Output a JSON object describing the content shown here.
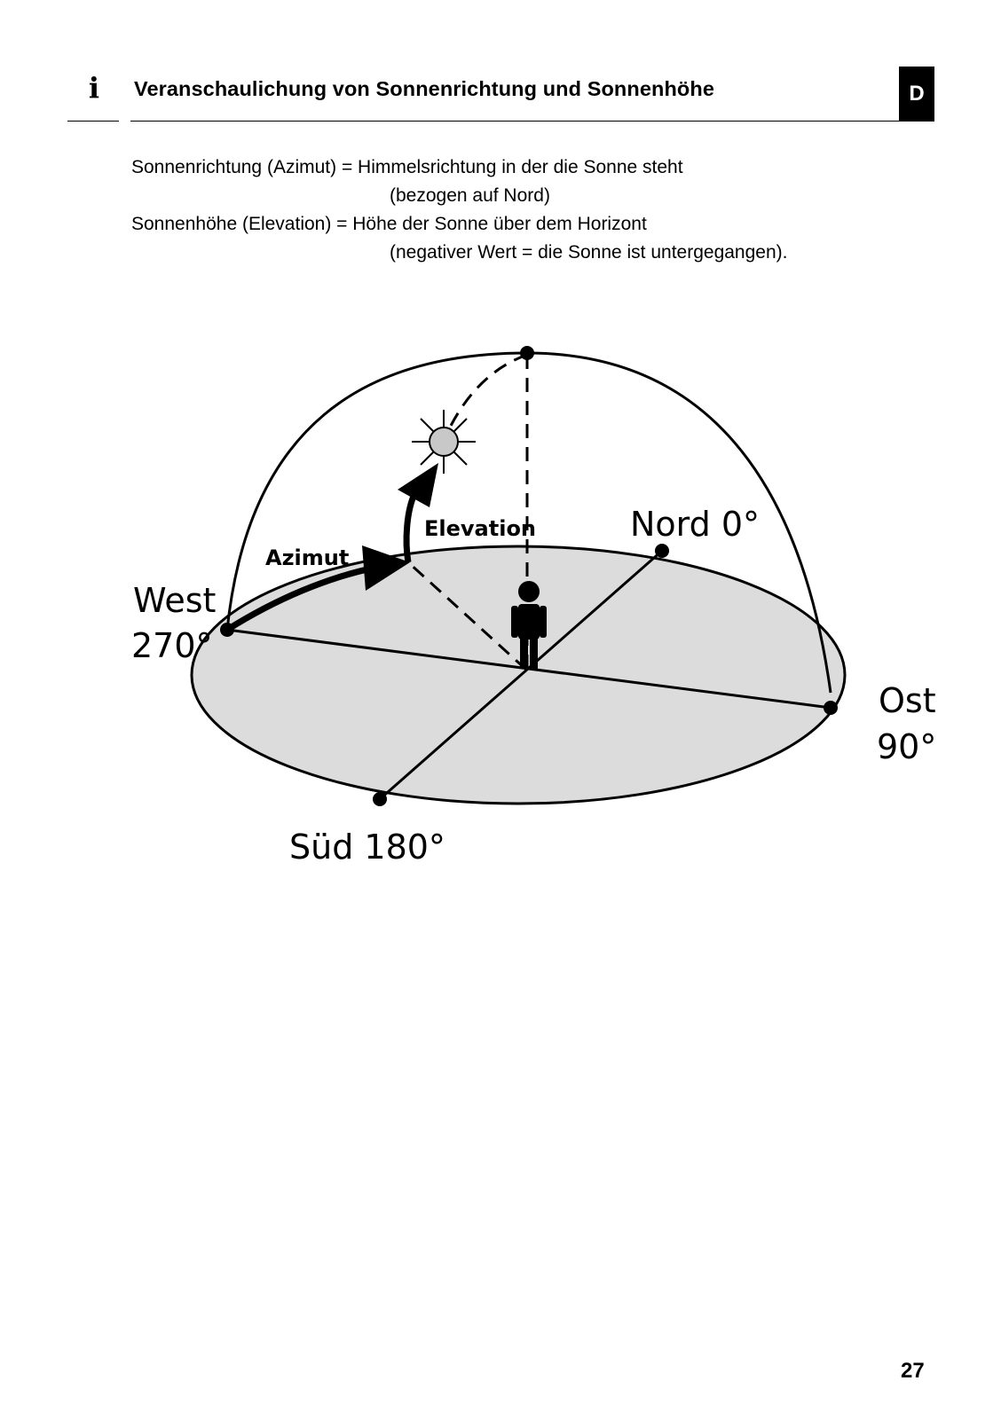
{
  "header": {
    "title": "Veranschaulichung von Sonnenrichtung und Sonnenhöhe",
    "language_tab": "D",
    "info_icon": "info-icon"
  },
  "definitions": {
    "azimuth_line": "Sonnenrichtung (Azimut) = Himmelsrichtung in der die Sonne steht",
    "azimuth_note": "(bezogen auf Nord)",
    "elevation_line": "Sonnenhöhe (Elevation) = Höhe der Sonne über dem Horizont",
    "elevation_note": "(negativer Wert = die Sonne ist untergegangen)."
  },
  "diagram": {
    "labels": {
      "north": "Nord 0°",
      "west_name": "West",
      "west_degree": "270°",
      "east_name": "Ost",
      "east_degree": "90°",
      "south": "Süd 180°",
      "azimuth": "Azimut",
      "elevation": "Elevation"
    },
    "colors": {
      "ground": "#dcdcdc",
      "sun": "#c8c8c8",
      "line": "#000000"
    },
    "icons": [
      "sun-icon",
      "person-icon"
    ]
  },
  "footer": {
    "page_number": "27"
  }
}
